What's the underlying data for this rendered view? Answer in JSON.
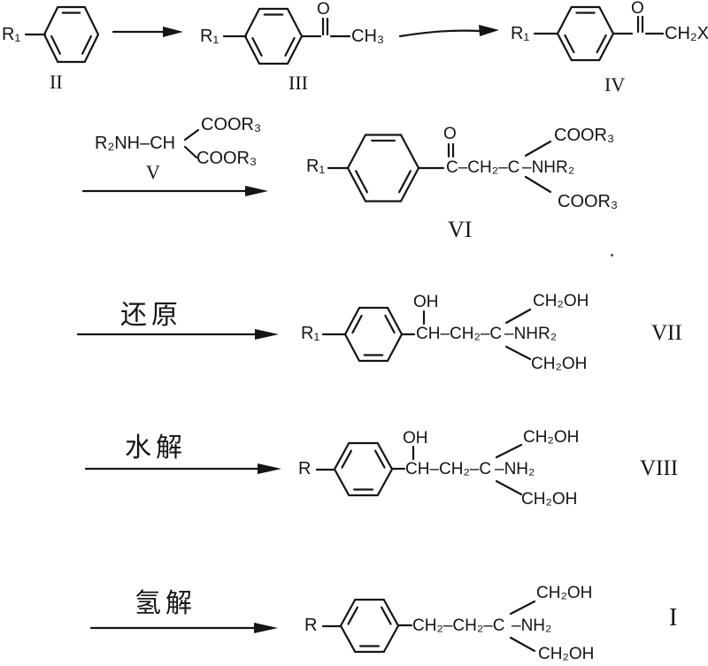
{
  "colors": {
    "ink": "#151515",
    "background": "#ffffff"
  },
  "compounds": {
    "ii": {
      "label": "II",
      "substituent": "R₁"
    },
    "iii": {
      "label": "III",
      "substituent": "R₁",
      "carbonyl_o": "O",
      "methyl": "CH₃"
    },
    "iv": {
      "label": "IV",
      "substituent": "R₁",
      "carbonyl_o": "O",
      "tail": "CH₂X"
    },
    "v": {
      "label": "V",
      "backbone": "R₂NH–CH",
      "ester_top": "COOR₃",
      "ester_bottom": "COOR₃"
    },
    "vi": {
      "label": "VI",
      "substituent": "R₁",
      "carbonyl_o": "O",
      "chain": "C–CH₂–C",
      "amine": "–NHR₂",
      "ester_top": "COOR₃",
      "ester_bottom": "COOR₃"
    },
    "vii": {
      "label": "VII",
      "substituent": "R₁",
      "hydroxyl": "OH",
      "chain": "CH–CH₂–C",
      "amine": "–NHR₂",
      "branch_top": "CH₂OH",
      "branch_bottom": "CH₂OH"
    },
    "viii": {
      "label": "VIII",
      "substituent": "R",
      "hydroxyl": "OH",
      "chain": "CH–CH₂–C",
      "amine": "–NH₂",
      "branch_top": "CH₂OH",
      "branch_bottom": "CH₂OH"
    },
    "i": {
      "label": "I",
      "substituent": "R",
      "chain": "CH₂–CH₂–C",
      "amine": "–NH₂",
      "branch_top": "CH₂OH",
      "branch_bottom": "CH₂OH"
    }
  },
  "reactions": {
    "reduction": "还原",
    "hydrolysis": "水解",
    "hydrogenolysis": "氢解"
  }
}
